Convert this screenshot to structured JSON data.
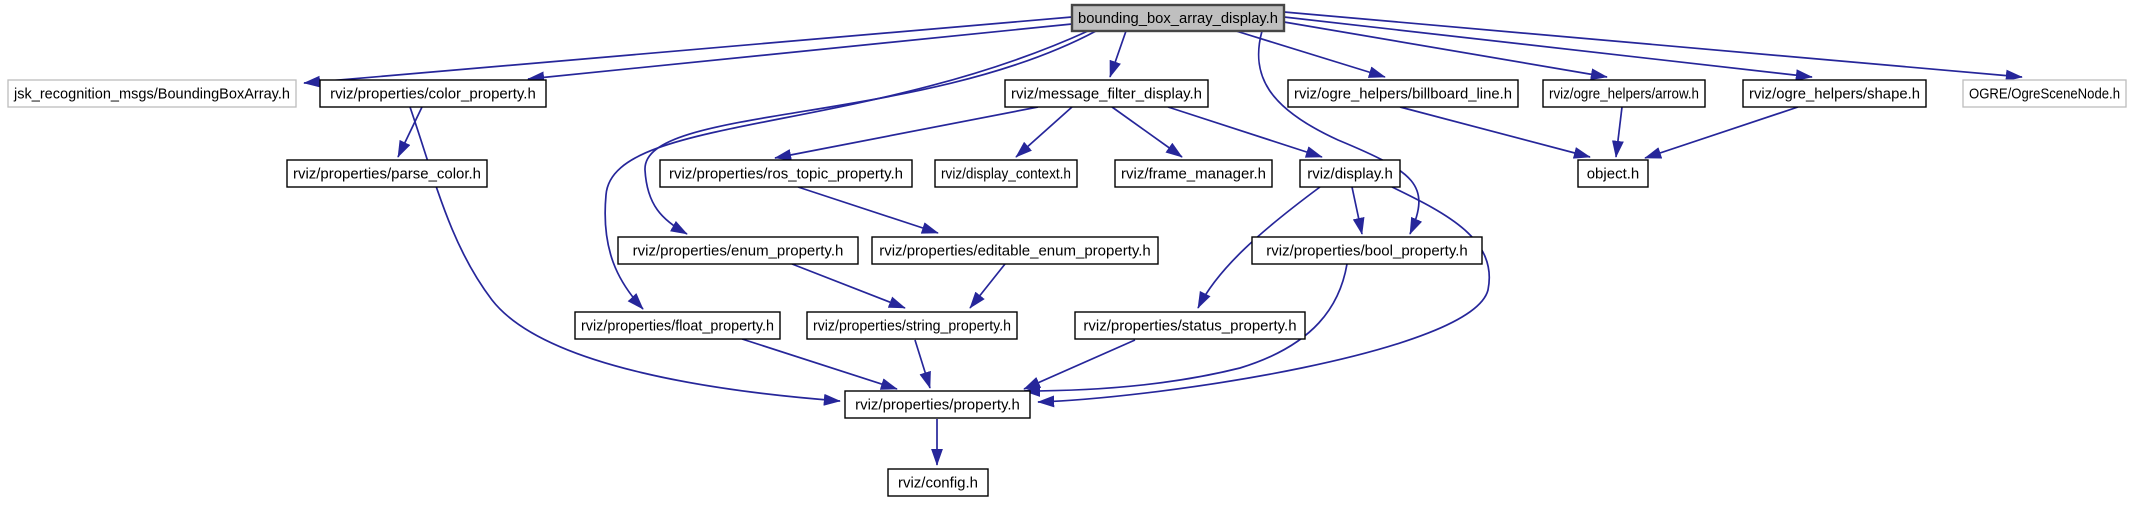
{
  "diagram": {
    "type": "include-dependency-graph",
    "root_label": "bounding_box_array_display.h",
    "colors": {
      "edge": "#26269a",
      "node_border": "#000000",
      "external_border": "#bdbdbd",
      "current_node_fill": "#bfbfbf",
      "node_fill": "#ffffff",
      "text": "#000000",
      "background": "#ffffff"
    },
    "nodes": [
      {
        "id": "bounding-box-array-display-h",
        "label": "bounding_box_array_display.h",
        "kind": "current"
      },
      {
        "id": "jsk-recognition-msgs-boundingboxarray-h",
        "label": "jsk_recognition_msgs/BoundingBoxArray.h",
        "kind": "external"
      },
      {
        "id": "color-property-h",
        "label": "rviz/properties/color_property.h",
        "kind": "internal"
      },
      {
        "id": "message-filter-display-h",
        "label": "rviz/message_filter_display.h",
        "kind": "internal"
      },
      {
        "id": "billboard-line-h",
        "label": "rviz/ogre_helpers/billboard_line.h",
        "kind": "internal"
      },
      {
        "id": "arrow-h",
        "label": "rviz/ogre_helpers/arrow.h",
        "kind": "internal"
      },
      {
        "id": "shape-h",
        "label": "rviz/ogre_helpers/shape.h",
        "kind": "internal"
      },
      {
        "id": "ogre-scene-node-h",
        "label": "OGRE/OgreSceneNode.h",
        "kind": "external"
      },
      {
        "id": "parse-color-h",
        "label": "rviz/properties/parse_color.h",
        "kind": "internal"
      },
      {
        "id": "ros-topic-property-h",
        "label": "rviz/properties/ros_topic_property.h",
        "kind": "internal"
      },
      {
        "id": "display-context-h",
        "label": "rviz/display_context.h",
        "kind": "internal"
      },
      {
        "id": "frame-manager-h",
        "label": "rviz/frame_manager.h",
        "kind": "internal"
      },
      {
        "id": "display-h",
        "label": "rviz/display.h",
        "kind": "internal"
      },
      {
        "id": "object-h",
        "label": "object.h",
        "kind": "internal"
      },
      {
        "id": "enum-property-h",
        "label": "rviz/properties/enum_property.h",
        "kind": "internal"
      },
      {
        "id": "editable-enum-property-h",
        "label": "rviz/properties/editable_enum_property.h",
        "kind": "internal"
      },
      {
        "id": "bool-property-h",
        "label": "rviz/properties/bool_property.h",
        "kind": "internal"
      },
      {
        "id": "float-property-h",
        "label": "rviz/properties/float_property.h",
        "kind": "internal"
      },
      {
        "id": "string-property-h",
        "label": "rviz/properties/string_property.h",
        "kind": "internal"
      },
      {
        "id": "status-property-h",
        "label": "rviz/properties/status_property.h",
        "kind": "internal"
      },
      {
        "id": "property-h",
        "label": "rviz/properties/property.h",
        "kind": "internal"
      },
      {
        "id": "config-h",
        "label": "rviz/config.h",
        "kind": "internal"
      }
    ],
    "edges": [
      {
        "from": "bounding-box-array-display-h",
        "to": "jsk-recognition-msgs-boundingboxarray-h"
      },
      {
        "from": "bounding-box-array-display-h",
        "to": "color-property-h"
      },
      {
        "from": "bounding-box-array-display-h",
        "to": "message-filter-display-h"
      },
      {
        "from": "bounding-box-array-display-h",
        "to": "billboard-line-h"
      },
      {
        "from": "bounding-box-array-display-h",
        "to": "arrow-h"
      },
      {
        "from": "bounding-box-array-display-h",
        "to": "shape-h"
      },
      {
        "from": "bounding-box-array-display-h",
        "to": "ogre-scene-node-h"
      },
      {
        "from": "bounding-box-array-display-h",
        "to": "enum-property-h"
      },
      {
        "from": "bounding-box-array-display-h",
        "to": "float-property-h"
      },
      {
        "from": "bounding-box-array-display-h",
        "to": "bool-property-h"
      },
      {
        "from": "color-property-h",
        "to": "parse-color-h"
      },
      {
        "from": "color-property-h",
        "to": "property-h"
      },
      {
        "from": "message-filter-display-h",
        "to": "ros-topic-property-h"
      },
      {
        "from": "message-filter-display-h",
        "to": "display-context-h"
      },
      {
        "from": "message-filter-display-h",
        "to": "frame-manager-h"
      },
      {
        "from": "message-filter-display-h",
        "to": "display-h"
      },
      {
        "from": "billboard-line-h",
        "to": "object-h"
      },
      {
        "from": "arrow-h",
        "to": "object-h"
      },
      {
        "from": "shape-h",
        "to": "object-h"
      },
      {
        "from": "ros-topic-property-h",
        "to": "editable-enum-property-h"
      },
      {
        "from": "enum-property-h",
        "to": "string-property-h"
      },
      {
        "from": "editable-enum-property-h",
        "to": "string-property-h"
      },
      {
        "from": "display-h",
        "to": "bool-property-h"
      },
      {
        "from": "display-h",
        "to": "status-property-h"
      },
      {
        "from": "display-h",
        "to": "property-h"
      },
      {
        "from": "bool-property-h",
        "to": "property-h"
      },
      {
        "from": "status-property-h",
        "to": "property-h"
      },
      {
        "from": "float-property-h",
        "to": "property-h"
      },
      {
        "from": "string-property-h",
        "to": "property-h"
      },
      {
        "from": "property-h",
        "to": "config-h"
      }
    ]
  }
}
